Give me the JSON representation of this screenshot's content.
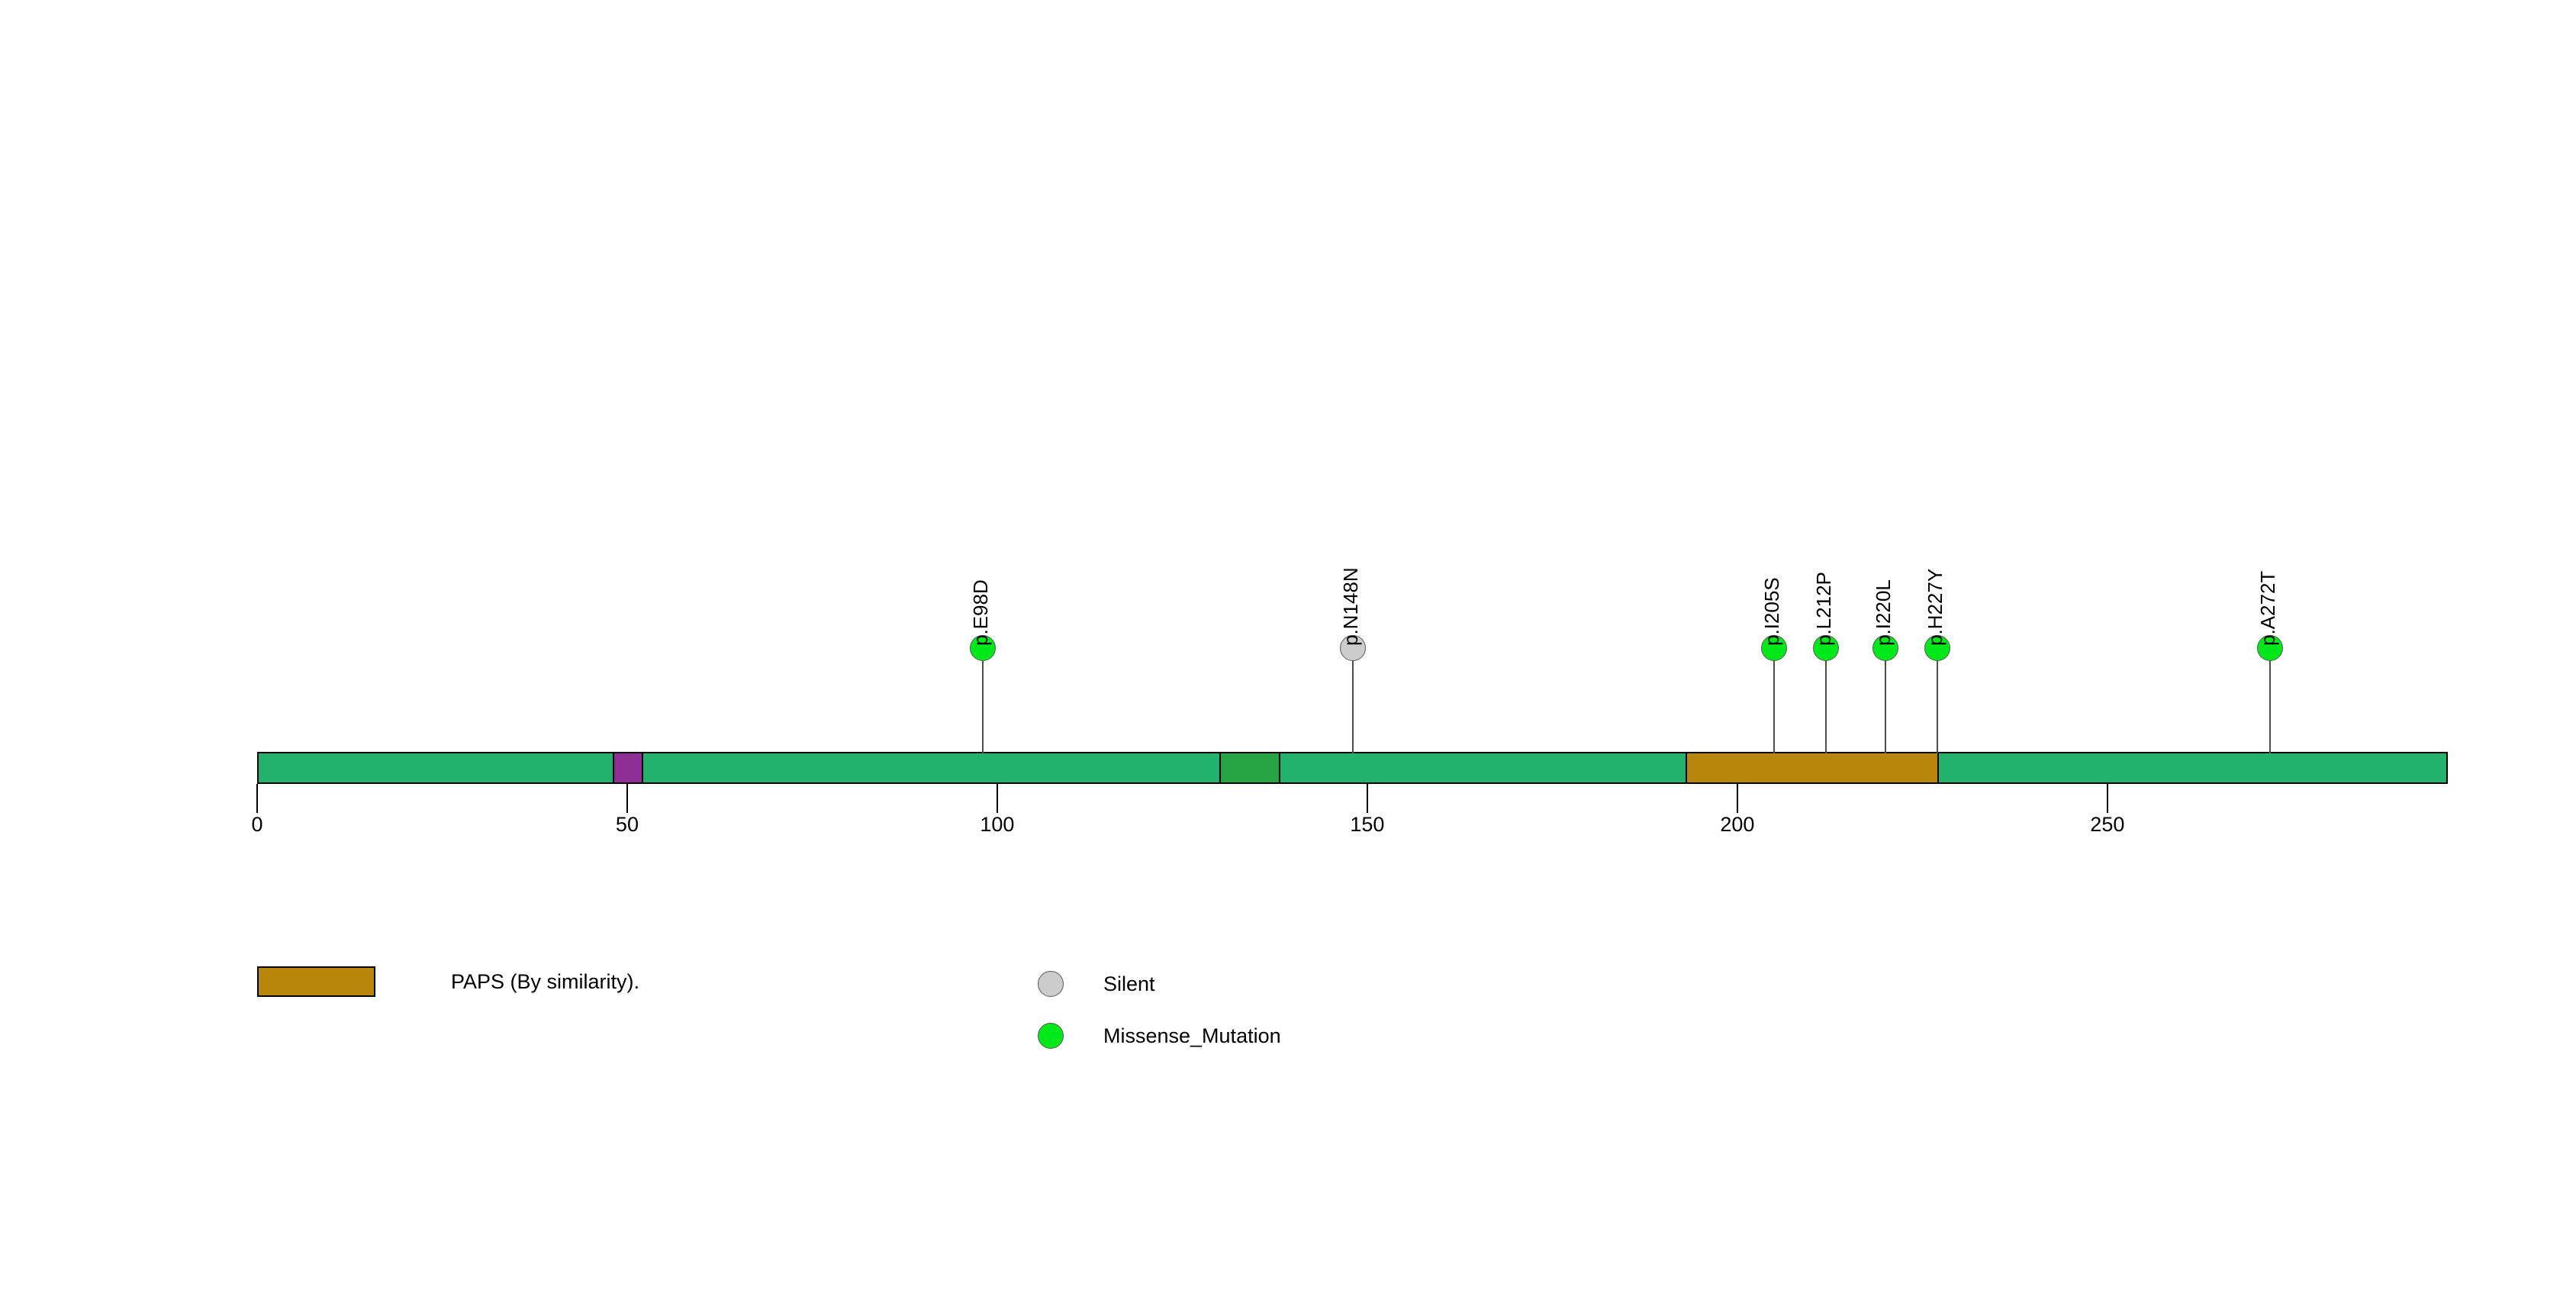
{
  "chart_data": {
    "type": "lollipop",
    "title": "",
    "xlabel": "",
    "ylabel": "",
    "xlim": [
      0,
      296
    ],
    "grid": false,
    "axis": {
      "ticks": [
        0,
        50,
        100,
        150,
        200,
        250
      ],
      "tick_labels": [
        "0",
        "50",
        "100",
        "150",
        "200",
        "250"
      ]
    },
    "protein": {
      "length": 296,
      "backbone_color": "#22b26b",
      "outline_color": "#000000",
      "segments": [
        {
          "name": "segment-purple",
          "start": 48,
          "end": 52,
          "color": "#8e2f95"
        },
        {
          "name": "segment-dark-green",
          "start": 130,
          "end": 138,
          "color": "#27a544"
        },
        {
          "name": "segment-paps",
          "start": 193,
          "end": 227,
          "color": "#b8860b"
        }
      ]
    },
    "mutations": [
      {
        "label": "p.E98D",
        "position": 98,
        "type": "Missense_Mutation",
        "color": "#00e81a"
      },
      {
        "label": "p.N148N",
        "position": 148,
        "type": "Silent",
        "color": "#cccccc"
      },
      {
        "label": "p.I205S",
        "position": 205,
        "type": "Missense_Mutation",
        "color": "#00e81a"
      },
      {
        "label": "p.L212P",
        "position": 212,
        "type": "Missense_Mutation",
        "color": "#00e81a"
      },
      {
        "label": "p.I220L",
        "position": 220,
        "type": "Missense_Mutation",
        "color": "#00e81a"
      },
      {
        "label": "p.H227Y",
        "position": 227,
        "type": "Missense_Mutation",
        "color": "#00e81a"
      },
      {
        "label": "p.A272T",
        "position": 272,
        "type": "Missense_Mutation",
        "color": "#00e81a"
      }
    ]
  },
  "domain_legend": {
    "swatch_color": "#b8860b",
    "label": "PAPS (By similarity)."
  },
  "mutation_legend": {
    "items": [
      {
        "label": "Silent",
        "color": "#cccccc"
      },
      {
        "label": "Missense_Mutation",
        "color": "#00e81a"
      }
    ]
  }
}
